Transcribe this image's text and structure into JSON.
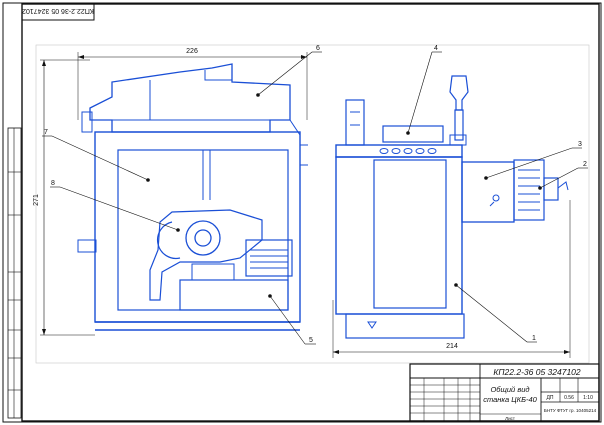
{
  "stamp": "КП22.2-36 05 3247102",
  "dimensions": {
    "top_width": "226",
    "height": "271",
    "bottom_width": "214"
  },
  "callouts": [
    "1",
    "2",
    "3",
    "4",
    "5",
    "6",
    "7",
    "8"
  ],
  "title_block": {
    "doc_code": "КП22.2-36 05 3247102",
    "title_line1": "Общий вид",
    "title_line2": "станка ЦКБ-40",
    "letter": "ДП",
    "mass": "0.56",
    "scale": "1:10",
    "sheet": "Лист",
    "organization": "БНТУ ФТУГ гр. 10405214"
  },
  "colors": {
    "drawing": "#1a4fd6",
    "frame": "#111111"
  }
}
